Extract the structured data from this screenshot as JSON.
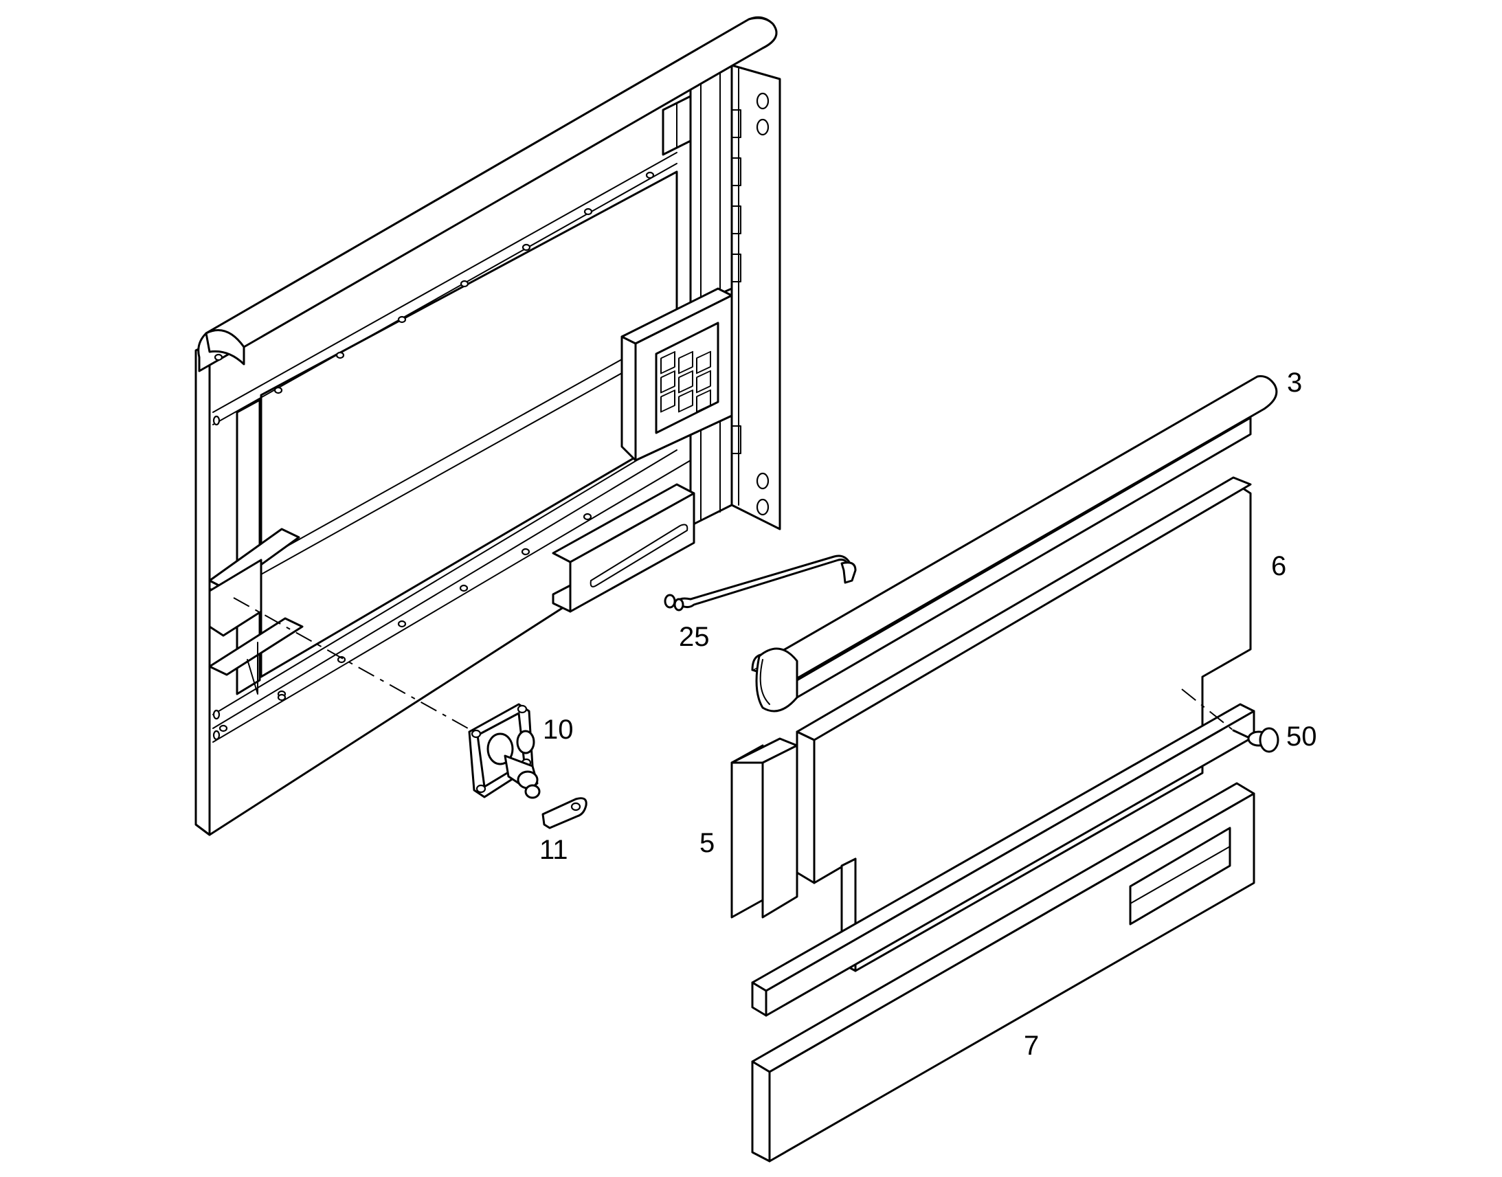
{
  "callouts": {
    "part_3": "3",
    "part_5": "5",
    "part_6": "6",
    "part_7": "7",
    "part_10": "10",
    "part_11": "11",
    "part_25": "25",
    "part_50": "50"
  },
  "colors": {
    "line": "#000000",
    "background": "#ffffff"
  }
}
